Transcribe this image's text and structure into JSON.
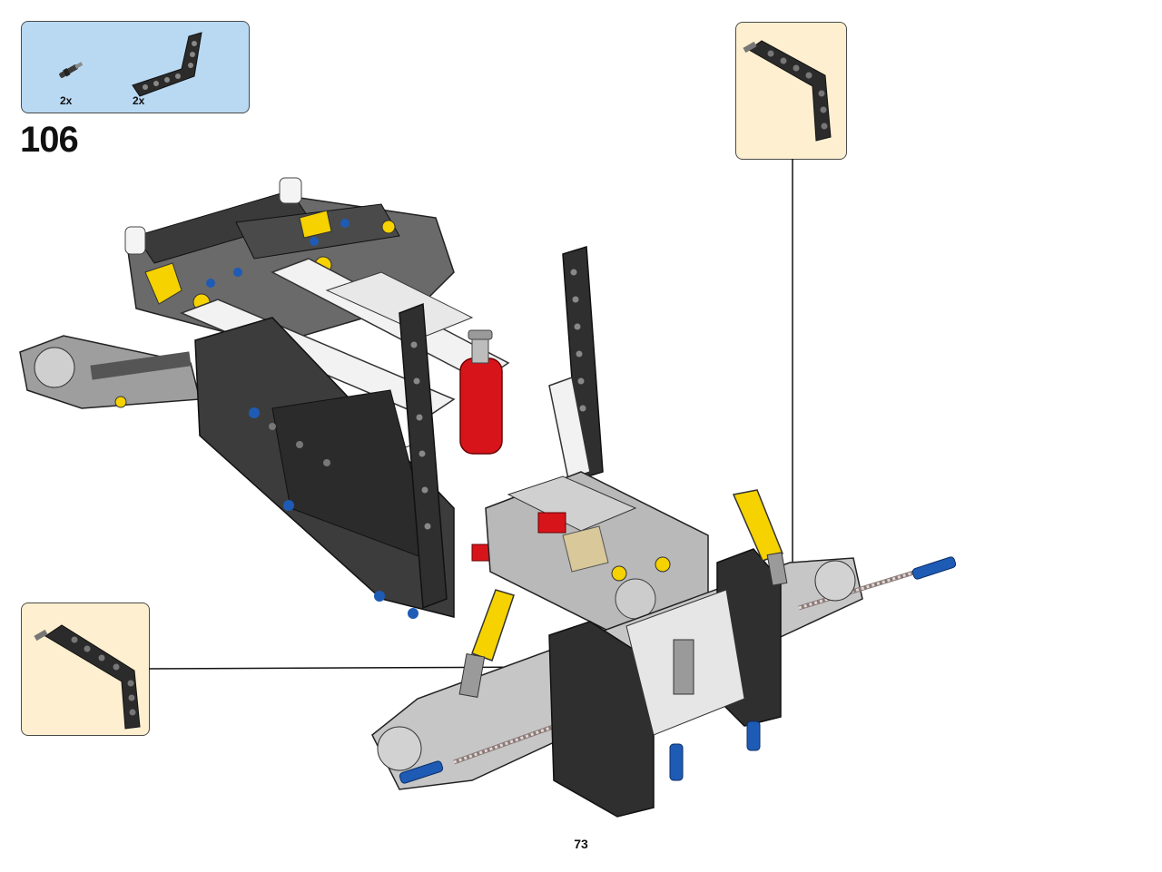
{
  "parts_list": {
    "items": [
      {
        "icon": "axle-pin-icon",
        "quantity": "2x"
      },
      {
        "icon": "l-beam-icon",
        "quantity": "2x"
      }
    ]
  },
  "step": {
    "number": "106"
  },
  "page": {
    "number": "73"
  },
  "colors": {
    "parts_bg": "#b9d9f3",
    "callout_bg": "#fdefcf",
    "beam_dark": "#2f2f2f",
    "gray": "#a8a8a8",
    "yellow": "#f5d200",
    "red": "#d8141b",
    "blue": "#1e5bb5"
  }
}
